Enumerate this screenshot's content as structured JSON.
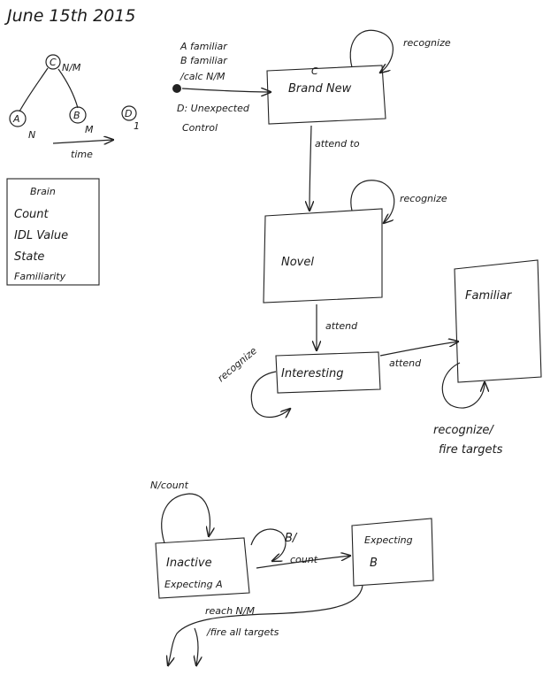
{
  "title": "June 15th 2015",
  "tree": {
    "root": {
      "letter": "C",
      "sub": "N/M"
    },
    "left": {
      "letter": "A",
      "sub": "N"
    },
    "right": {
      "letter": "B",
      "sub": "M"
    },
    "extra": {
      "letter": "D",
      "sub": "1"
    },
    "axis_label": "time"
  },
  "legend_box": {
    "title": "Brain",
    "fields": [
      "Count",
      "IDL Value",
      "State",
      "Familiarity"
    ]
  },
  "inputs": {
    "line1": "A familiar",
    "line2": "B familiar",
    "line3": "/calc N/M",
    "line4": "D: Unexpected",
    "line5": "Control"
  },
  "states": {
    "brand_new": {
      "label": "Brand New",
      "sub": "C"
    },
    "novel": {
      "label": "Novel"
    },
    "interesting": {
      "label": "Interesting"
    },
    "familiar": {
      "label": "Familiar"
    },
    "inactive": {
      "label1": "Inactive",
      "label2": "Expecting A"
    },
    "expecting_b": {
      "label1": "Expecting",
      "label2": "B"
    }
  },
  "edges": {
    "recognize": "recognize",
    "attend_to": "attend to",
    "attend_novel": "attend",
    "attend_interesting": "attend",
    "recognize_fire_1": "recognize/",
    "recognize_fire_2": "fire targets",
    "n_count": "N/count",
    "b_count_1": "B/",
    "b_count_2": "count",
    "reach_1": "reach N/M",
    "reach_2": "/fire all targets"
  }
}
